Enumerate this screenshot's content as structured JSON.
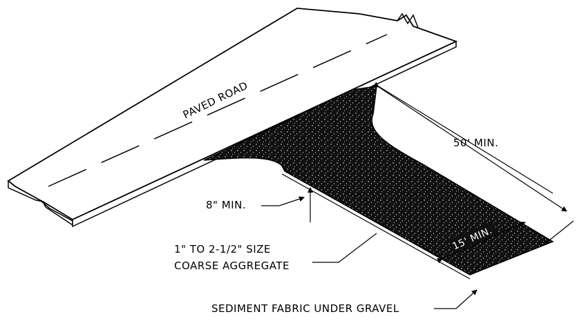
{
  "labels": {
    "road": "PAVED ROAD",
    "length": "50' MIN.",
    "depth": "8\" MIN.",
    "width": "15' MIN.",
    "aggregate_line1": "1\" TO 2-1/2\" SIZE",
    "aggregate_line2": "COARSE AGGREGATE",
    "fabric": "SEDIMENT FABRIC UNDER GRAVEL"
  },
  "colors": {
    "line": "#000000",
    "background": "#ffffff",
    "gravel": "#111111"
  }
}
